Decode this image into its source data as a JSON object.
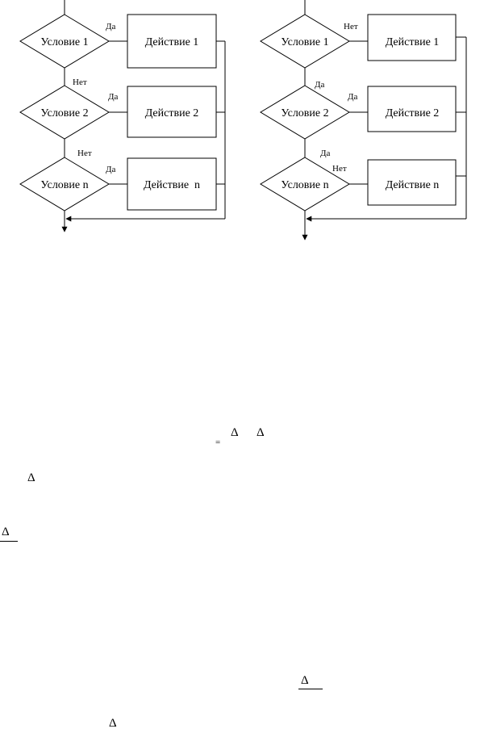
{
  "left_flowchart": {
    "conditions": [
      "Условие 1",
      "Условие 2",
      "Условие n"
    ],
    "actions": [
      "Действие 1",
      "Действие 2",
      "Действие  n"
    ],
    "yes_labels": [
      "Да",
      "Да",
      "Да"
    ],
    "no_labels": [
      "Нет",
      "Нет"
    ]
  },
  "right_flowchart": {
    "conditions": [
      "Условие 1",
      "Условие 2",
      "Условие n"
    ],
    "actions": [
      "Действие 1",
      "Действие 2",
      "Действие n"
    ],
    "branch_labels": [
      "Нет",
      "Да",
      "Да",
      "Да",
      "Нет"
    ]
  },
  "formula_fragments": {
    "eq_sign": "=",
    "delta": "Δ"
  }
}
